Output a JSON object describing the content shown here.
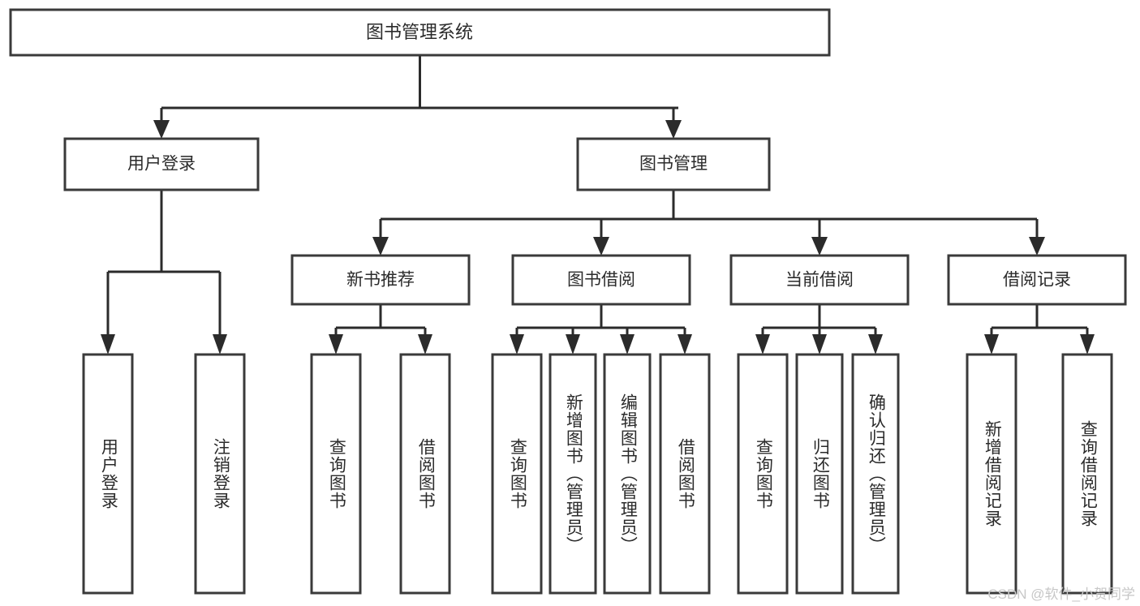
{
  "diagram": {
    "title": "图书管理系统",
    "type": "tree",
    "root": {
      "id": "root",
      "label": "图书管理系统",
      "orientation": "horizontal"
    },
    "level1": [
      {
        "id": "user-login",
        "label": "用户登录"
      },
      {
        "id": "book-manage",
        "label": "图书管理"
      }
    ],
    "level2": [
      {
        "id": "new-book-recommend",
        "label": "新书推荐",
        "parent": "book-manage"
      },
      {
        "id": "book-borrow",
        "label": "图书借阅",
        "parent": "book-manage"
      },
      {
        "id": "current-borrow",
        "label": "当前借阅",
        "parent": "book-manage"
      },
      {
        "id": "borrow-record",
        "label": "借阅记录",
        "parent": "book-manage"
      }
    ],
    "leaves": [
      {
        "id": "leaf-user-login",
        "label": "用户登录",
        "parent": "user-login"
      },
      {
        "id": "leaf-logout-login",
        "label": "注销登录",
        "parent": "user-login"
      },
      {
        "id": "leaf-query-book-1",
        "label": "查询图书",
        "parent": "new-book-recommend"
      },
      {
        "id": "leaf-borrow-book-1",
        "label": "借阅图书",
        "parent": "new-book-recommend"
      },
      {
        "id": "leaf-query-book-2",
        "label": "查询图书",
        "parent": "book-borrow"
      },
      {
        "id": "leaf-add-book",
        "label": "新增图书（管理员）",
        "parent": "book-borrow"
      },
      {
        "id": "leaf-edit-book",
        "label": "编辑图书（管理员）",
        "parent": "book-borrow"
      },
      {
        "id": "leaf-borrow-book-2",
        "label": "借阅图书",
        "parent": "book-borrow"
      },
      {
        "id": "leaf-query-book-3",
        "label": "查询图书",
        "parent": "current-borrow"
      },
      {
        "id": "leaf-return-book",
        "label": "归还图书",
        "parent": "current-borrow"
      },
      {
        "id": "leaf-confirm-return",
        "label": "确认归还（管理员）",
        "parent": "current-borrow"
      },
      {
        "id": "leaf-add-record",
        "label": "新增借阅记录",
        "parent": "borrow-record"
      },
      {
        "id": "leaf-query-record",
        "label": "查询借阅记录",
        "parent": "borrow-record"
      }
    ],
    "colors": {
      "box_fill": "#ffffff",
      "box_stroke": "#3a3a3a",
      "connector": "#2b2b2b",
      "text": "#2b2b2b",
      "background": "#ffffff",
      "watermark": "#c7c7c7"
    }
  },
  "watermark": {
    "text": "CSDN @软件_小贺同学"
  }
}
